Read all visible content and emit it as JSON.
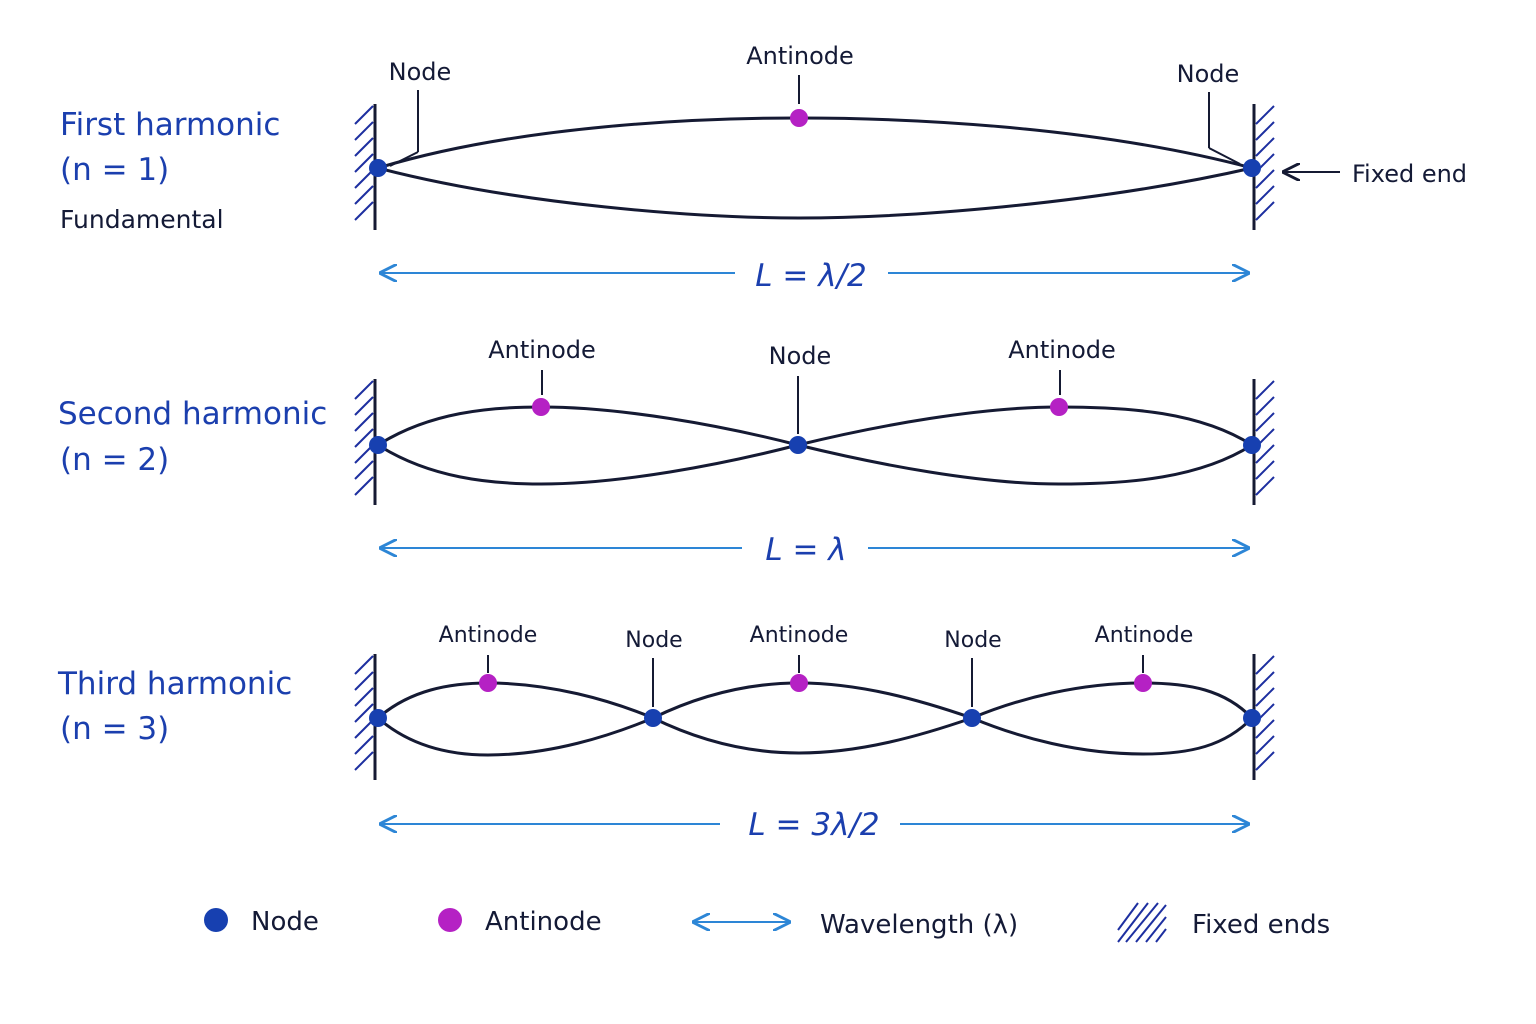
{
  "panels": [
    {
      "title": "First harmonic",
      "n_label": "(n = 1)",
      "subtitle": "Fundamental",
      "equation": "L = λ/2",
      "loops": 1,
      "labels": {
        "node_left": "Node",
        "antinode": "Antinode",
        "node_right": "Node"
      }
    },
    {
      "title": "Second harmonic",
      "n_label": "(n = 2)",
      "equation": "L = λ",
      "loops": 2,
      "labels": {
        "antinode_1": "Antinode",
        "node_1": "Node",
        "antinode_2": "Antinode"
      }
    },
    {
      "title": "Third harmonic",
      "n_label": "(n = 3)",
      "equation": "L = 3λ/2",
      "loops": 3,
      "labels": {
        "antinode_1": "Antinode",
        "node_1": "Node",
        "antinode_2": "Antinode",
        "node_2": "Node",
        "antinode_3": "Antinode"
      }
    }
  ],
  "annotations": {
    "fixed_end": "Fixed end"
  },
  "legend": {
    "node": "Node",
    "antinode": "Antinode",
    "wavelength": "Wavelength (λ)",
    "fixed_ends": "Fixed ends"
  },
  "colors": {
    "node": "#1740b0",
    "antinode": "#b521c4",
    "title": "#1b3fae",
    "dimension": "#2d86d6",
    "string": "#151a33"
  }
}
